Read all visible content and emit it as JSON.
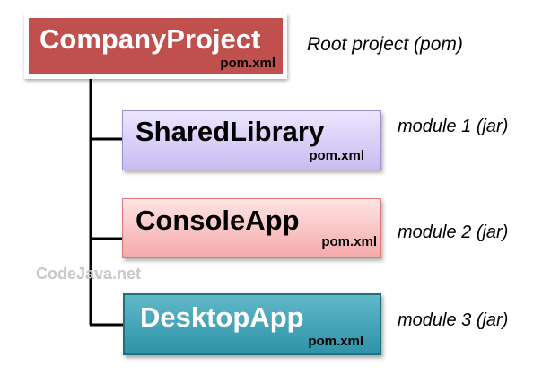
{
  "root": {
    "title": "CompanyProject",
    "pom": "pom.xml",
    "note": "Root project (pom)"
  },
  "modules": [
    {
      "title": "SharedLibrary",
      "pom": "pom.xml",
      "note": "module 1 (jar)"
    },
    {
      "title": "ConsoleApp",
      "pom": "pom.xml",
      "note": "module 2 (jar)"
    },
    {
      "title": "DesktopApp",
      "pom": "pom.xml",
      "note": "module 3 (jar)"
    }
  ],
  "watermark": "CodeJava.net",
  "colors": {
    "root_fill": "#c0504d",
    "module1_fill": "#d9cff7",
    "module2_fill": "#f8bcbc",
    "module3_fill": "#3fa3b7",
    "connector": "#000000"
  }
}
